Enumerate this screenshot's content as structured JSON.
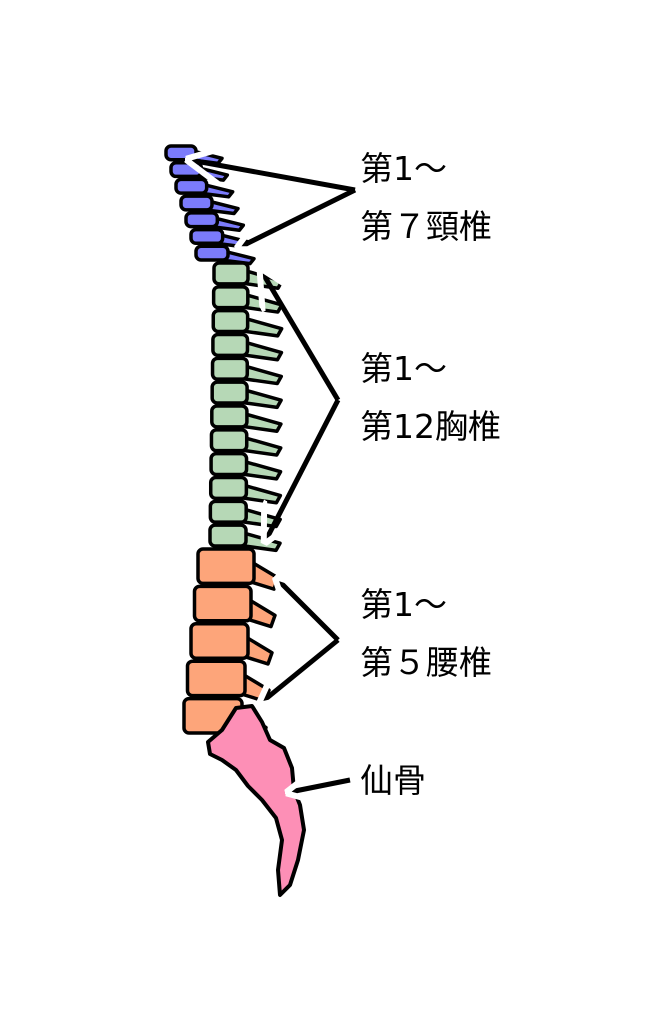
{
  "labels": {
    "cervical": {
      "line1": "第1〜",
      "line2": "第７頸椎"
    },
    "thoracic": {
      "line1": "第1〜",
      "line2": "第12胸椎"
    },
    "lumbar": {
      "line1": "第1〜",
      "line2": "第５腰椎"
    },
    "sacrum": {
      "line1": "仙骨"
    }
  },
  "regions": {
    "cervical": {
      "count": 7,
      "color": "#7b7bfb"
    },
    "thoracic": {
      "count": 12,
      "color": "#b6d8b6"
    },
    "lumbar": {
      "count": 5,
      "color": "#fda57a"
    },
    "sacrum": {
      "count": 1,
      "color": "#fd8fb6"
    }
  }
}
